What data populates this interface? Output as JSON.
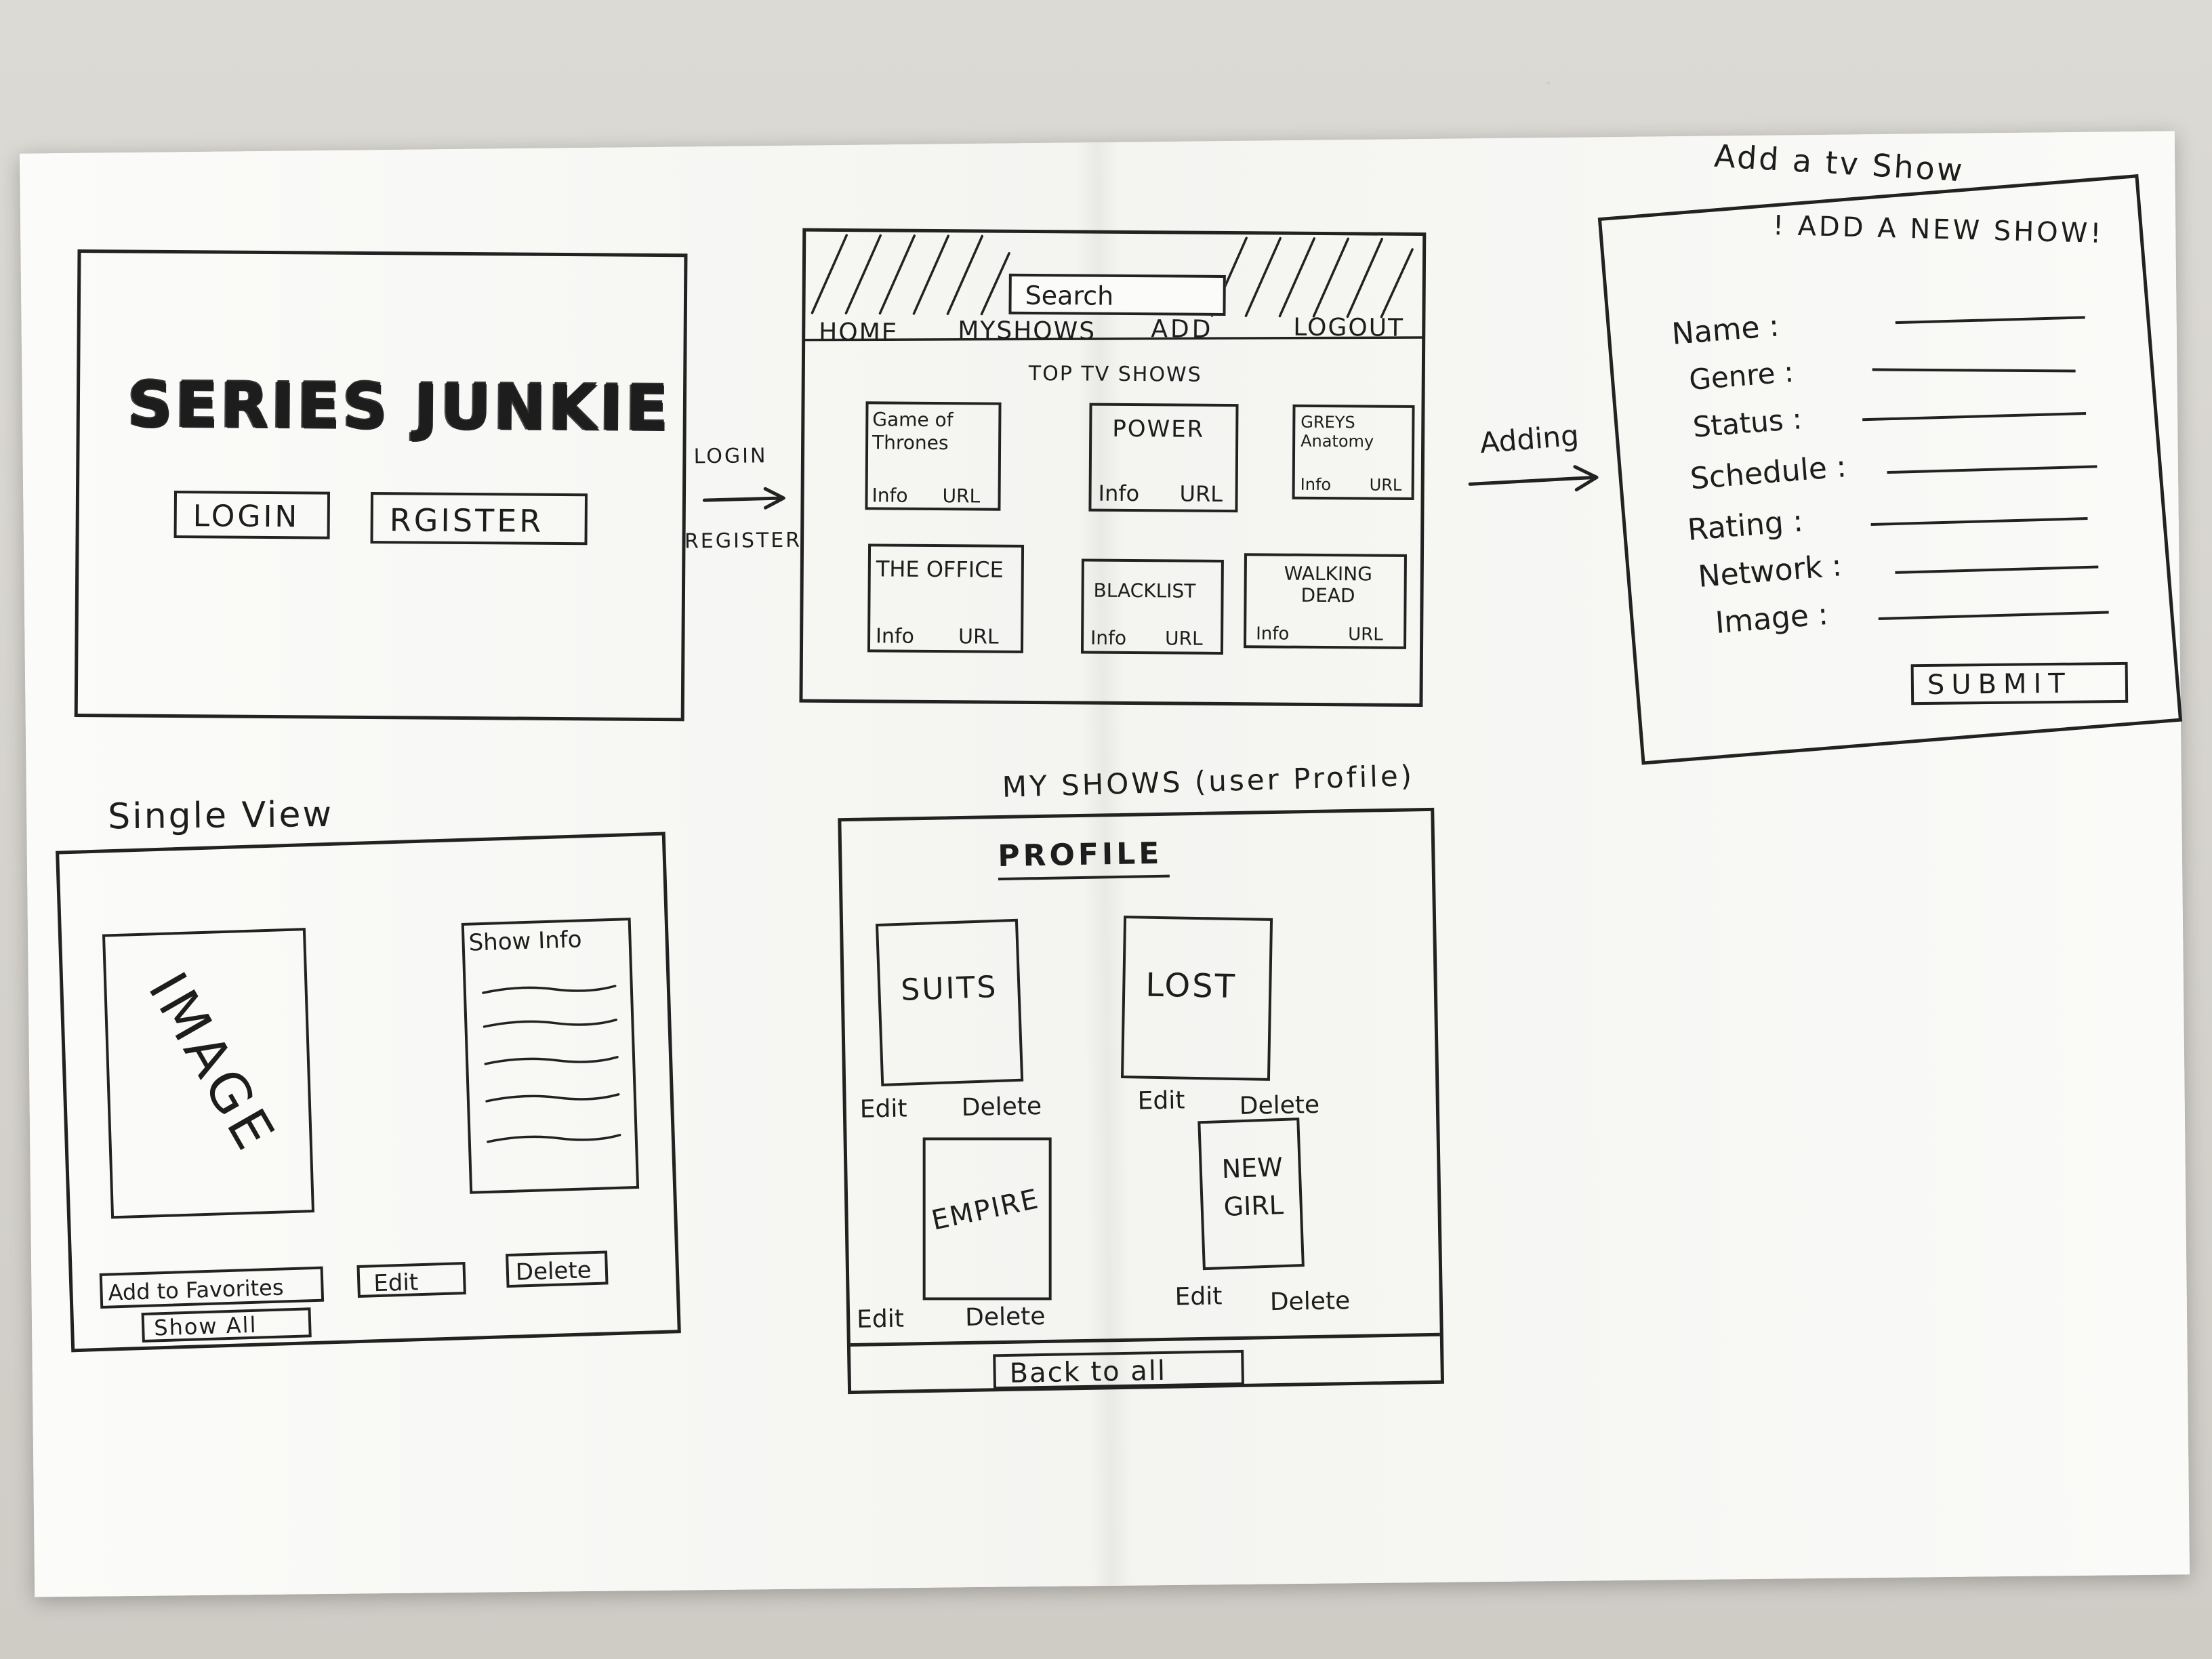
{
  "landing": {
    "logo": "SERIES JUNKIE",
    "login_button": "LOGIN",
    "register_button": "RGISTER"
  },
  "flow_labels": {
    "login": "LOGIN",
    "register": "REGISTER",
    "adding": "Adding"
  },
  "home": {
    "search_placeholder": "Search",
    "nav": [
      "HOME",
      "MYSHOWS",
      "ADD",
      "LOGOUT"
    ],
    "heading": "TOP TV SHOWS",
    "shows": [
      {
        "title": "Game of Thrones",
        "info": "Info",
        "url": "URL"
      },
      {
        "title": "POWER",
        "info": "Info",
        "url": "URL"
      },
      {
        "title": "GREYS Anatomy",
        "info": "Info",
        "url": "URL"
      },
      {
        "title": "THE OFFICE",
        "info": "Info",
        "url": "URL"
      },
      {
        "title": "BLACKLIST",
        "info": "Info",
        "url": "URL"
      },
      {
        "title": "WALKING DEAD",
        "info": "Info",
        "url": "URL"
      }
    ]
  },
  "add_show": {
    "caption": "Add a tv Show",
    "heading": "! ADD A NEW SHOW!",
    "fields": [
      "Name :",
      "Genre :",
      "Status :",
      "Schedule :",
      "Rating :",
      "Network :",
      "Image :"
    ],
    "submit": "SUBMIT"
  },
  "single_view": {
    "caption": "Single View",
    "image_label": "IMAGE",
    "info_label": "Show Info",
    "buttons": {
      "favorites": "Add to Favorites",
      "edit": "Edit",
      "delete": "Delete",
      "show_all": "Show All"
    }
  },
  "my_shows": {
    "caption": "MY SHOWS (user Profile)",
    "heading": "PROFILE",
    "shows": [
      {
        "title": "SUITS",
        "edit": "Edit",
        "delete": "Delete"
      },
      {
        "title": "LOST",
        "edit": "Edit",
        "delete": "Delete"
      },
      {
        "title": "EMPIRE",
        "edit": "Edit",
        "delete": "Delete"
      },
      {
        "title": "NEW GIRL",
        "edit": "Edit",
        "delete": "Delete"
      }
    ],
    "back_button": "Back to all"
  }
}
